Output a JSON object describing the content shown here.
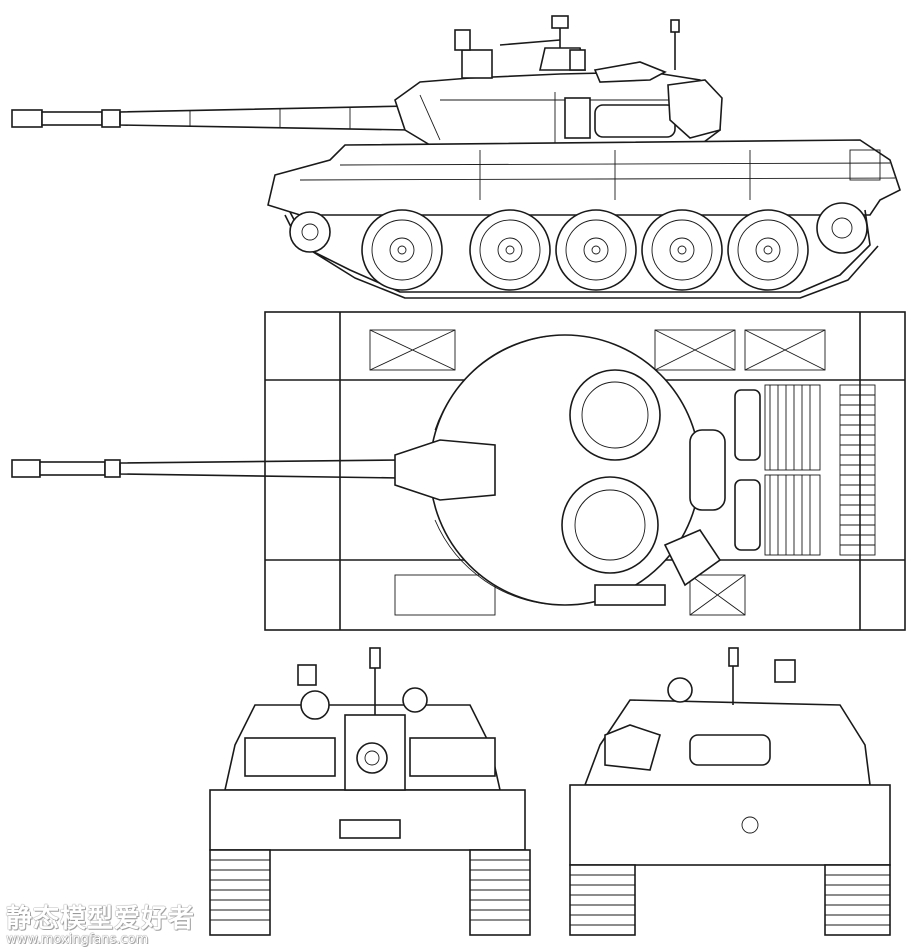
{
  "drawing": {
    "views": [
      "side-view",
      "top-view",
      "front-view",
      "rear-view"
    ],
    "line_color": "#1a1a1a",
    "background": "#ffffff"
  },
  "watermark": {
    "title": "静态模型爱好者",
    "url": "www.moxingfans.com"
  }
}
